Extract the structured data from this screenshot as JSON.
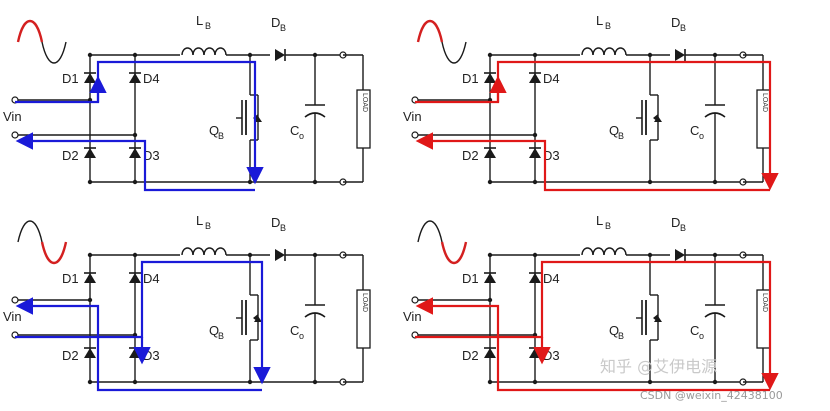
{
  "panels": [
    {
      "id": "top-left",
      "wave_color": "#d42020",
      "wave_phase": "positive",
      "path_color": "#1a1ad8",
      "path": "positive"
    },
    {
      "id": "top-right",
      "wave_color": "#d42020",
      "wave_phase": "positive",
      "path_color": "#e01818",
      "path": "positive-boost-off"
    },
    {
      "id": "bottom-left",
      "wave_color": "#d42020",
      "wave_phase": "negative",
      "path_color": "#1a1ad8",
      "path": "negative"
    },
    {
      "id": "bottom-right",
      "wave_color": "#d42020",
      "wave_phase": "negative",
      "path_color": "#e01818",
      "path": "negative-boost-off"
    }
  ],
  "labels": {
    "inductor": "L",
    "inductor_sub": "B",
    "diode_boost": "D",
    "diode_boost_sub": "B",
    "switch": "Q",
    "switch_sub": "B",
    "cap": "C",
    "cap_sub": "o",
    "load": "LOAD",
    "d1": "D1",
    "d2": "D2",
    "d3": "D3",
    "d4": "D4",
    "vin": "Vin"
  },
  "watermark": {
    "zhihu": "知乎 @艾伊电源",
    "csdn": "CSDN @weixin_42438100"
  },
  "colors": {
    "wire": "#1a1a1a",
    "blue": "#1a1ad8",
    "red": "#e01818",
    "wave_dark": "#1a1a1a"
  }
}
